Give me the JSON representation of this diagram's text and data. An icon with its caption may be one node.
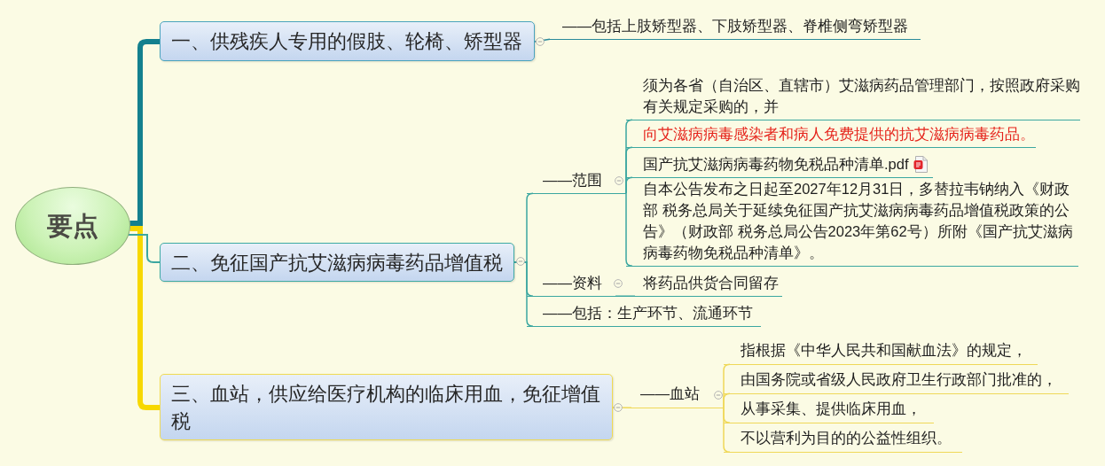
{
  "diagram": {
    "nodes": [
      {
        "text": [
          "要点"
        ]
      },
      {
        "text": [
          "一、供残疾人专用的假肢、轮椅、矫型器"
        ]
      },
      {
        "text": [
          "——包括上肢矫型器、下肢矫型器、脊椎侧弯矫型器"
        ]
      },
      {
        "text": [
          "二、免征国产抗艾滋病病毒药品增值税"
        ]
      },
      {
        "text": [
          "——范围"
        ]
      },
      {
        "text": [
          "须为各省（自治区、直辖市）艾滋病药品管理部门，按照政府采购有关规定采购的，并"
        ]
      },
      {
        "text": [
          "向艾滋病病毒感染者和病人免费提供的抗艾滋病病毒药品。"
        ]
      },
      {
        "text": [
          "国产抗艾滋病病毒药物免税品种清单.pdf"
        ]
      },
      {
        "text": [
          "自本公告发布之日起至2027年12月31日，多替拉韦钠纳入《财政部 税务总局关于延续免征国产抗艾滋病病毒药品增值税政策的公告》（财政部 税务总局公告2023年第62号）所附《国产抗艾滋病病毒药物免税品种清单》。"
        ]
      },
      {
        "text": [
          "——资料"
        ]
      },
      {
        "text": [
          "将药品供货合同留存"
        ]
      },
      {
        "text": [
          "——包括：生产环节、流通环节"
        ]
      },
      {
        "text": [
          "三、血站，供应给医疗机构的临床用血，免征增值税"
        ]
      },
      {
        "text": [
          "——血站"
        ]
      },
      {
        "text": [
          "指根据《中华人民共和国献血法》的规定，"
        ]
      },
      {
        "text": [
          "由国务院或省级人民政府卫生行政部门批准的，"
        ]
      },
      {
        "text": [
          "从事采集、提供临床用血，"
        ]
      },
      {
        "text": [
          "不以营利为目的的公益性组织。"
        ]
      }
    ],
    "edges": [
      {
        "from": 0,
        "to": 1,
        "arrow": "none",
        "style": "thick",
        "color": "#13808e"
      },
      {
        "from": 0,
        "to": 3,
        "arrow": "none"
      },
      {
        "from": 0,
        "to": 12,
        "arrow": "none",
        "style": "thick",
        "color": "#f7d800"
      },
      {
        "from": 1,
        "to": 2,
        "arrow": "none",
        "color": "#2a8a9a"
      },
      {
        "from": 3,
        "to": 4,
        "arrow": "none"
      },
      {
        "from": 4,
        "to": 5,
        "arrow": "none"
      },
      {
        "from": 4,
        "to": 6,
        "arrow": "none"
      },
      {
        "from": 4,
        "to": 7,
        "arrow": "none"
      },
      {
        "from": 4,
        "to": 8,
        "arrow": "none"
      },
      {
        "from": 3,
        "to": 9,
        "arrow": "none"
      },
      {
        "from": 9,
        "to": 10,
        "arrow": "none"
      },
      {
        "from": 3,
        "to": 11,
        "arrow": "none"
      },
      {
        "from": 12,
        "to": 13,
        "arrow": "none",
        "color": "#efd858"
      },
      {
        "from": 13,
        "to": 14,
        "arrow": "none",
        "color": "#efd858"
      },
      {
        "from": 13,
        "to": 15,
        "arrow": "none",
        "color": "#efd858"
      },
      {
        "from": 13,
        "to": 16,
        "arrow": "none",
        "color": "#efd858"
      },
      {
        "from": 13,
        "to": 17,
        "arrow": "none",
        "color": "#efd858"
      }
    ]
  }
}
